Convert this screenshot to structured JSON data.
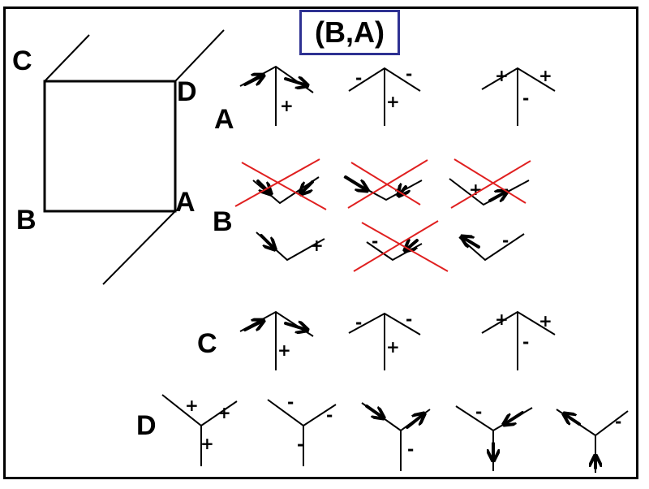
{
  "title": "(B,A)",
  "cube_labels": {
    "c": "C",
    "d": "D",
    "b": "B",
    "a": "A"
  },
  "row_labels": {
    "a": "A",
    "b": "B",
    "c": "C",
    "d": "D"
  },
  "signs": {
    "plus": "+",
    "minus": "-"
  },
  "colors": {
    "title_border": "#2e3192",
    "cross": "#e02020",
    "ink": "#000000"
  }
}
